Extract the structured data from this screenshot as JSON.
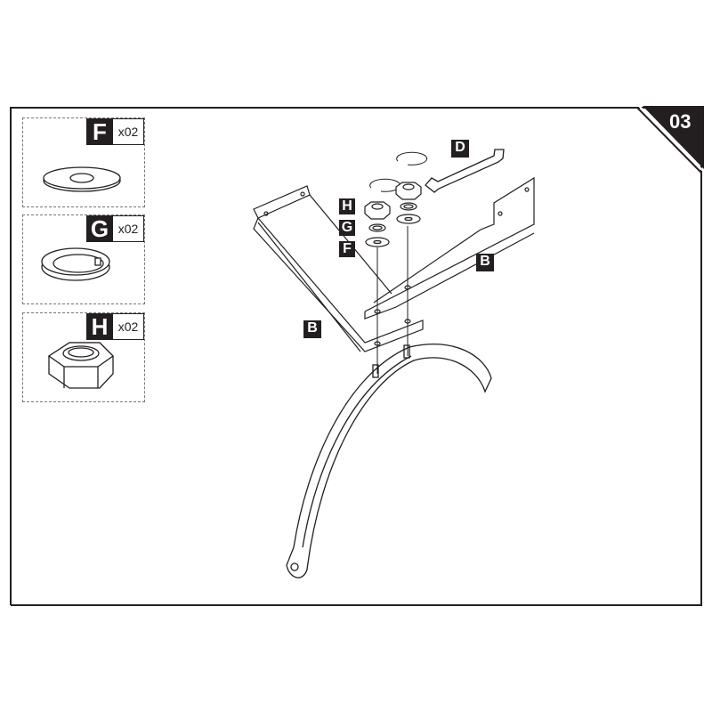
{
  "step_number": "03",
  "parts": [
    {
      "letter": "F",
      "quantity": "x02",
      "icon": "flat-washer"
    },
    {
      "letter": "G",
      "quantity": "x02",
      "icon": "spring-lock-washer"
    },
    {
      "letter": "H",
      "quantity": "x02",
      "icon": "hex-nut"
    }
  ],
  "diagram_labels": {
    "wrench": "D",
    "nut": "H",
    "lock_washer": "G",
    "flat_washer": "F",
    "bracket_right": "B",
    "bracket_left": "B"
  },
  "colors": {
    "ink": "#231f20"
  }
}
